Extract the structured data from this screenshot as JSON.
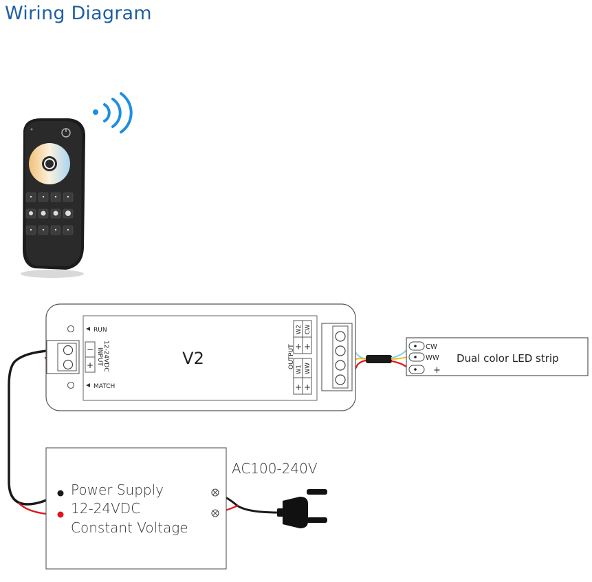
{
  "title": "Wiring Diagram",
  "controller": {
    "model": "V2",
    "run_label": "RUN",
    "match_label": "MATCH",
    "input_label_1": "INPUT",
    "input_label_2": "12-24VDC",
    "input_minus": "−",
    "input_plus": "+",
    "output_label": "OUTPUT",
    "output_top": [
      "W2",
      "CW"
    ],
    "output_bottom": [
      "W1",
      "WW"
    ],
    "plus": "+"
  },
  "led_strip": {
    "label": "Dual color LED strip",
    "pins": [
      "CW",
      "WW",
      "+"
    ]
  },
  "power_supply": {
    "line1": "Power Supply",
    "line2": "12-24VDC",
    "line3": "Constant Voltage"
  },
  "ac_label": "AC100-240V",
  "colors": {
    "title": "#1f5fa3",
    "wire_red": "#e0141b",
    "wire_black": "#1a1a1a",
    "wire_blue": "#8fd0ec",
    "wire_yellow": "#f3c21a",
    "wifi_signal": "#1d8fe0"
  }
}
